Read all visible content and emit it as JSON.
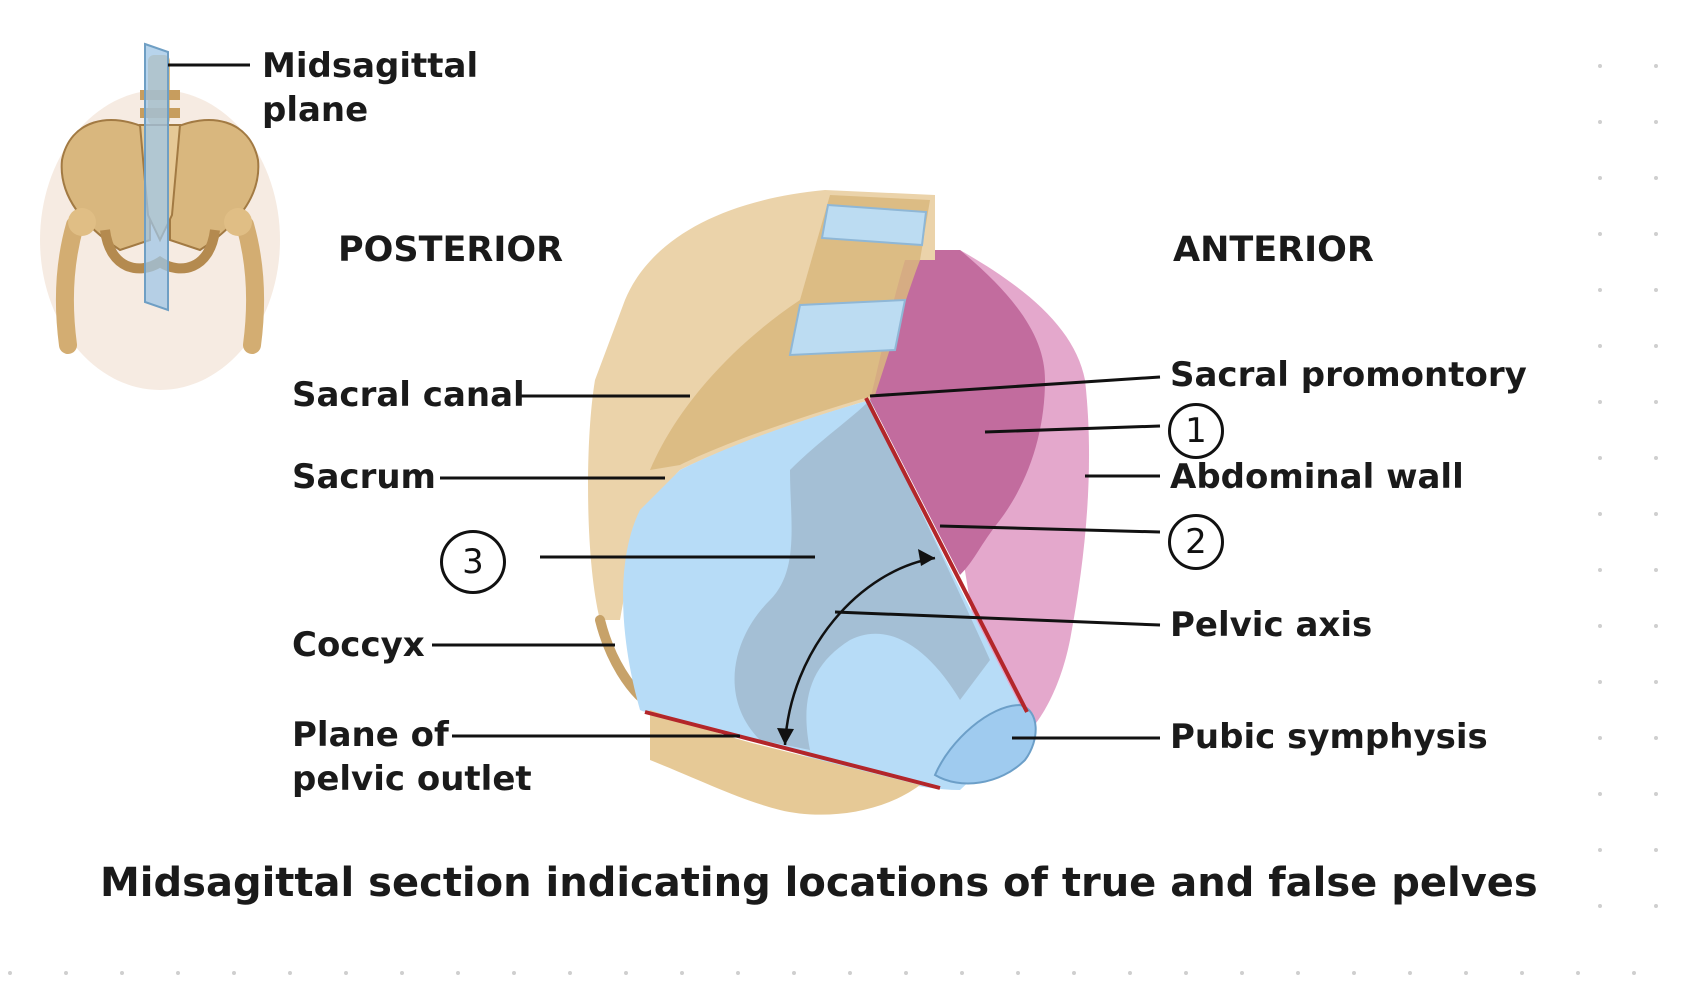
{
  "labels": {
    "midsagittal_1": "Midsagittal",
    "midsagittal_2": "plane",
    "posterior": "POSTERIOR",
    "anterior": "ANTERIOR",
    "sacral_canal": "Sacral canal",
    "sacrum": "Sacrum",
    "coccyx": "Coccyx",
    "plane_outlet_1": "Plane of",
    "plane_outlet_2": "pelvic outlet",
    "sacral_promontory": "Sacral promontory",
    "abdominal_wall": "Abdominal wall",
    "pelvic_axis": "Pelvic axis",
    "pubic_symphysis": "Pubic symphysis"
  },
  "markers": {
    "m1": "1",
    "m2": "2",
    "m3": "3"
  },
  "caption": "Midsagittal section indicating locations of true and false pelves",
  "colors": {
    "bone": "#ebd3aa",
    "spongy_bone": "#d9b77e",
    "false_pelvis": "#c26c9e",
    "abdominal_wall": "#e4a8cc",
    "true_pelvis": "#a9cde3",
    "cavity": "#b7dcf7",
    "disc": "#bcdcf2",
    "pelvic_brim_line": "#b3262a"
  }
}
